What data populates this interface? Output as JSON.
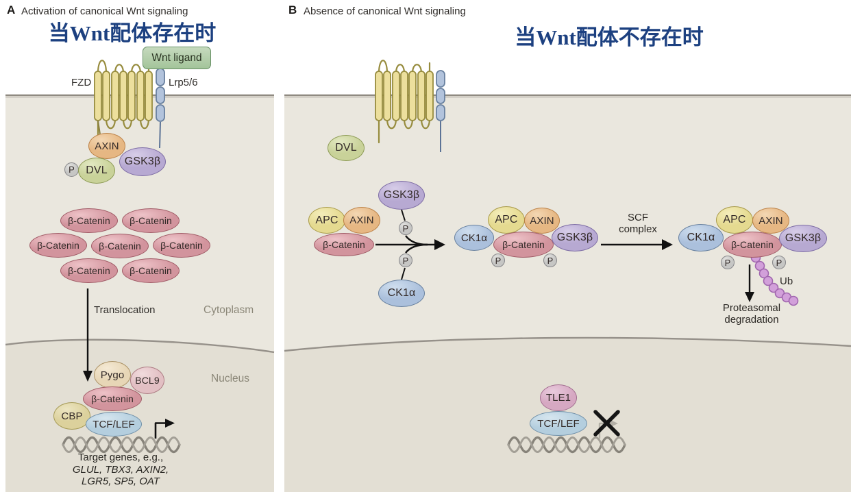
{
  "panel_a": {
    "tag": "A",
    "title": "Activation of canonical Wnt signaling",
    "subtitle_cn": "当Wnt配体存在时",
    "fzd_label": "FZD",
    "lrp_label": "Lrp5/6",
    "wnt_ligand": "Wnt ligand",
    "translocation": "Translocation",
    "cytoplasm": "Cytoplasm",
    "nucleus": "Nucleus",
    "target_genes_intro": "Target genes, e.g.,",
    "target_genes_line2": "GLUL, TBX3, AXIN2,",
    "target_genes_line3": "LGR5, SP5, OAT"
  },
  "panel_b": {
    "tag": "B",
    "title": "Absence of canonical Wnt signaling",
    "subtitle_cn": "当Wnt配体不存在时",
    "scf_line1": "SCF",
    "scf_line2": "complex",
    "ub": "Ub",
    "proteasomal_line1": "Proteasomal",
    "proteasomal_line2": "degradation"
  },
  "proteins": {
    "axin": "AXIN",
    "gsk3b": "GSK3β",
    "dvl": "DVL",
    "phospho": "P",
    "b_catenin": "β-Catenin",
    "pygo": "Pygo",
    "bcl9": "BCL9",
    "cbp": "CBP",
    "tcf_lef": "TCF/LEF",
    "apc": "APC",
    "ck1a": "CK1α",
    "tle1": "TLE1"
  },
  "colors": {
    "title_cn_blue": "#1c4080",
    "b_catenin_pink": "#d2949d",
    "apc_yellow": "#e5da90",
    "axin_orange": "#e6b783",
    "gsk3b_purple": "#b7a9d2",
    "ck1a_blue": "#abc0dc",
    "dvl_green": "#c9d299",
    "tle1_mauve": "#d6a8c2",
    "wnt_ligand_green": "#abc9a2",
    "membrane_gray": "#8f8a81",
    "cytoplasm_beige": "#eae7de",
    "nucleus_beige": "#e3dfd4"
  }
}
